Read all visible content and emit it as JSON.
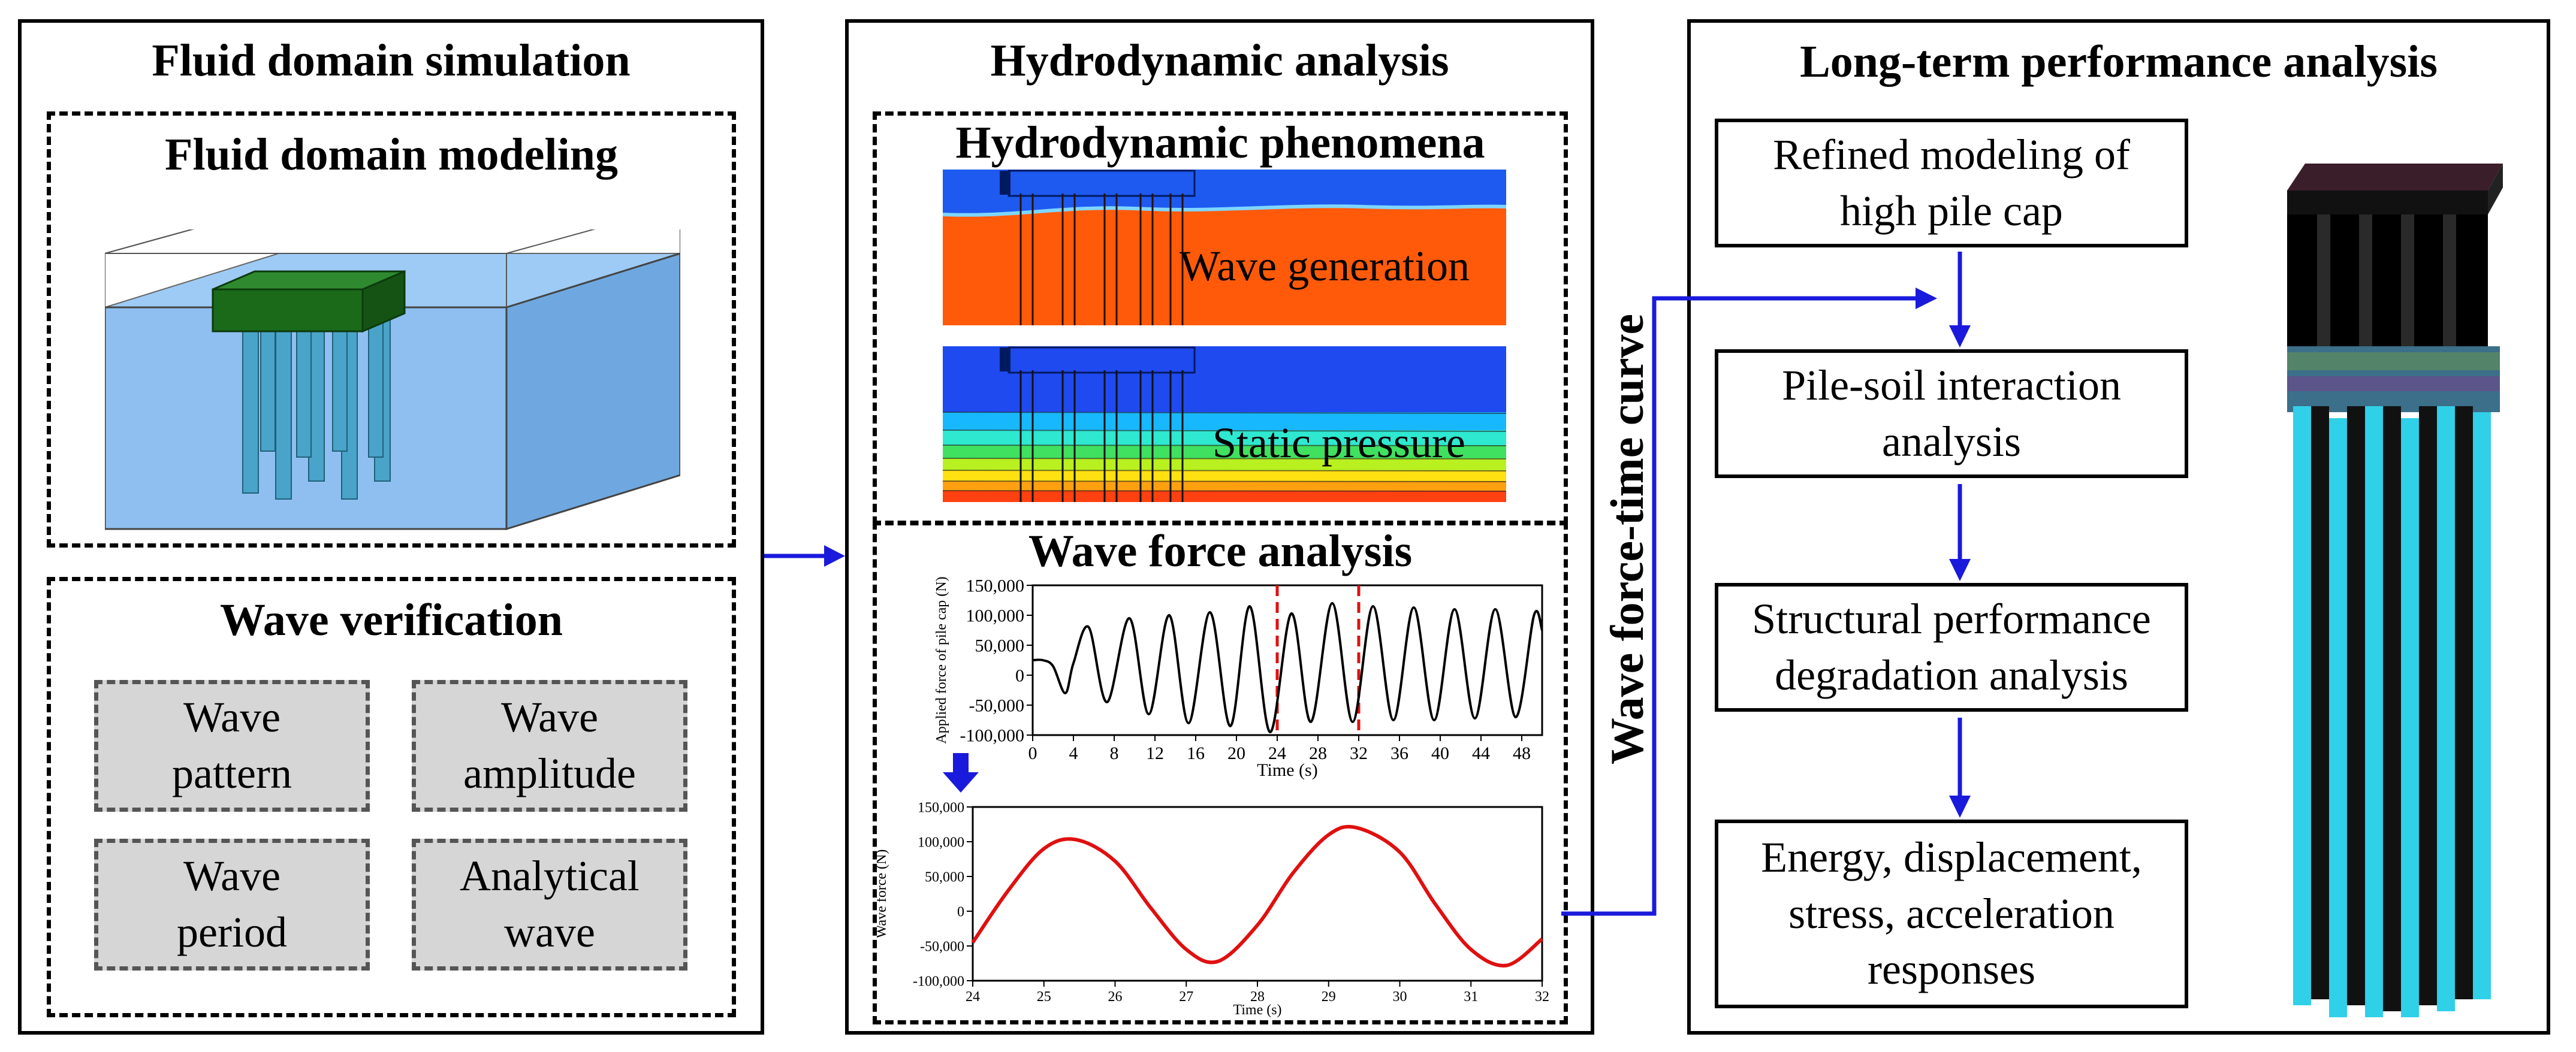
{
  "panels": {
    "fluid": {
      "title": "Fluid domain simulation",
      "modeling_title": "Fluid domain modeling",
      "verification_title": "Wave verification",
      "items": [
        "Wave\npattern",
        "Wave\namplitude",
        "Wave\nperiod",
        "Analytical\nwave"
      ]
    },
    "hydro": {
      "title": "Hydrodynamic analysis",
      "phenomena_title": "Hydrodynamic phenomena",
      "generation_label": "Wave generation",
      "pressure_label": "Static pressure",
      "force_title": "Wave force analysis"
    },
    "long_term": {
      "title": "Long-term performance analysis",
      "steps": [
        "Refined modeling of\nhigh pile cap",
        "Pile-soil interaction\nanalysis",
        "Structural performance\ndegradation analysis",
        "Energy, displacement,\nstress, acceleration\nresponses"
      ]
    }
  },
  "side_label": "Wave force-time curve",
  "colors": {
    "arrow": "#1a1adc",
    "curve_red": "#e01010",
    "marker_red": "#e01010",
    "water": "#8fbff0",
    "cap": "#1a6a1a",
    "gray_box": "#d6d6d6"
  },
  "chart_data": [
    {
      "type": "line",
      "ylabel": "Applied force of pile cap (N)",
      "xlabel": "Time (s)",
      "xlim": [
        0,
        50
      ],
      "ylim": [
        -100000,
        150000
      ],
      "xticks": [
        0,
        4,
        8,
        12,
        16,
        20,
        24,
        28,
        32,
        36,
        40,
        44,
        48
      ],
      "yticks": [
        -100000,
        -50000,
        0,
        50000,
        100000,
        150000
      ],
      "ytick_labels": [
        "-100,000",
        "-50,000",
        "0",
        "50,000",
        "100,000",
        "150,000"
      ],
      "x": [
        0,
        1,
        2,
        3.2,
        4,
        5.5,
        7.3,
        9.5,
        11.4,
        13.4,
        15.3,
        17.4,
        19.4,
        21.3,
        23.3,
        25.4,
        27.3,
        29.4,
        31.4,
        33.4,
        35.4,
        37.4,
        39.4,
        41.4,
        43.4,
        45.4,
        47.4,
        49.2,
        50
      ],
      "y": [
        25000,
        25000,
        15000,
        -30000,
        20000,
        80000,
        -45000,
        95000,
        -65000,
        100000,
        -80000,
        105000,
        -85000,
        115000,
        -95000,
        103000,
        -78000,
        120000,
        -78000,
        115000,
        -75000,
        113000,
        -75000,
        110000,
        -72000,
        110000,
        -70000,
        100000,
        75000
      ],
      "markers_x": [
        24,
        32
      ],
      "marker_style": "red dashed vertical line"
    },
    {
      "type": "line",
      "ylabel": "Wave force (N)",
      "xlabel": "Time (s)",
      "xlim": [
        24,
        32
      ],
      "ylim": [
        -100000,
        150000
      ],
      "xticks": [
        24,
        25,
        26,
        27,
        28,
        29,
        30,
        31,
        32
      ],
      "yticks": [
        -100000,
        -50000,
        0,
        50000,
        100000,
        150000
      ],
      "ytick_labels": [
        "-100,000",
        "-50,000",
        "0",
        "50,000",
        "100,000",
        "150,000"
      ],
      "x": [
        24,
        24.5,
        25,
        25.45,
        26,
        26.5,
        27,
        27.45,
        28,
        28.5,
        29,
        29.4,
        30,
        30.5,
        31,
        31.5,
        32
      ],
      "y": [
        -45000,
        30000,
        90000,
        103000,
        72000,
        5000,
        -55000,
        -72000,
        -20000,
        55000,
        110000,
        120000,
        85000,
        10000,
        -55000,
        -78000,
        -40000
      ]
    }
  ]
}
